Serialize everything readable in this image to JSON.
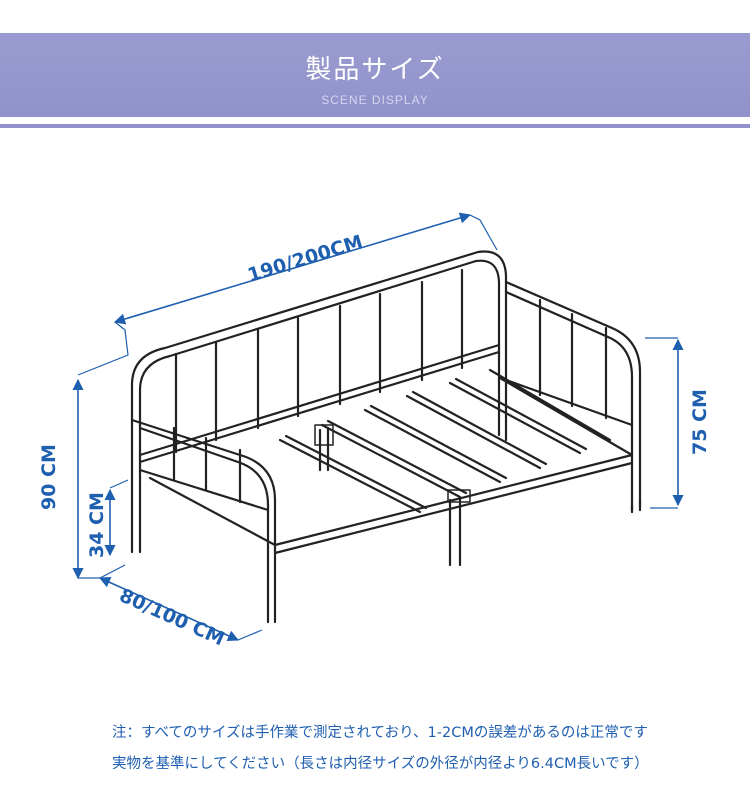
{
  "header": {
    "title": "製品サイズ",
    "subtitle": "SCENE DISPLAY"
  },
  "dimensions": {
    "length": "190/200CM",
    "depth": "80/100 CM",
    "total_height": "90 CM",
    "seat_height": "34 CM",
    "arm_height": "75 CM"
  },
  "notes": {
    "line1": "注：すべてのサイズは手作業で測定されており、1-2CMの誤差があるのは正常です",
    "line2": "実物を基準にしてください（長さは内径サイズの外径が内径より6.4CM長いです）"
  },
  "colors": {
    "header_bg": "#9192cb",
    "dimension": "#1f5fb0",
    "frame": "#222222"
  }
}
